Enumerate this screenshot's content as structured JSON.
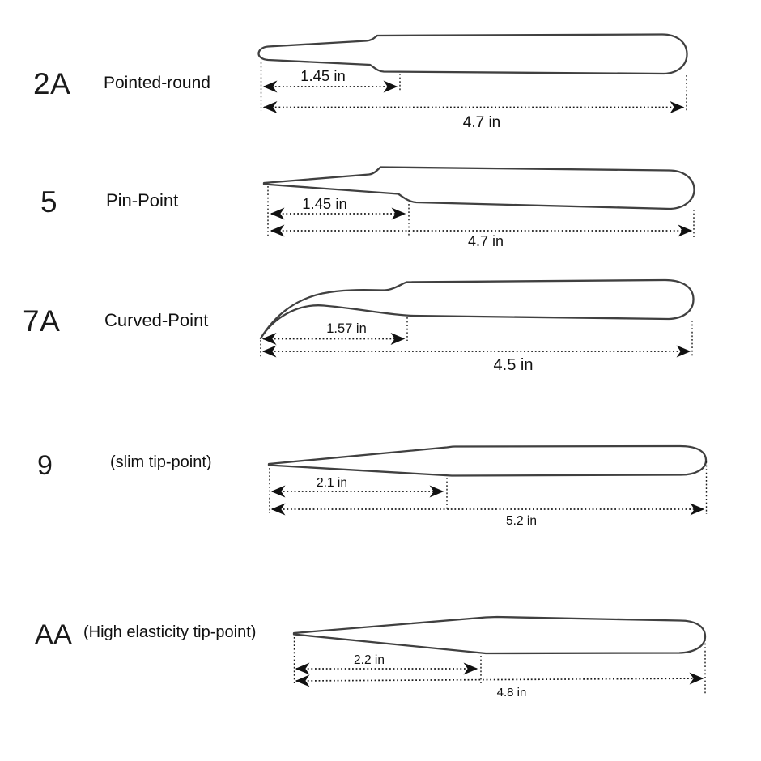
{
  "diagram": {
    "rows": [
      {
        "model": "2A",
        "name": "Pointed-round",
        "tip_length": "1.45 in",
        "total_length": "4.7 in"
      },
      {
        "model": "5",
        "name": "Pin-Point",
        "tip_length": "1.45 in",
        "total_length": "4.7 in"
      },
      {
        "model": "7A",
        "name": "Curved-Point",
        "tip_length": "1.57 in",
        "total_length": "4.5 in"
      },
      {
        "model": "9",
        "name": "(slim tip-point)",
        "tip_length": "2.1 in",
        "total_length": "5.2 in"
      },
      {
        "model": "AA",
        "name": "(High elasticity tip-point)",
        "tip_length": "2.2 in",
        "total_length": "4.8 in"
      }
    ],
    "colors": {
      "background": "#ffffff",
      "outline": "#404040",
      "dimension_lines": "#1a1a1a",
      "text": "#111111"
    }
  }
}
